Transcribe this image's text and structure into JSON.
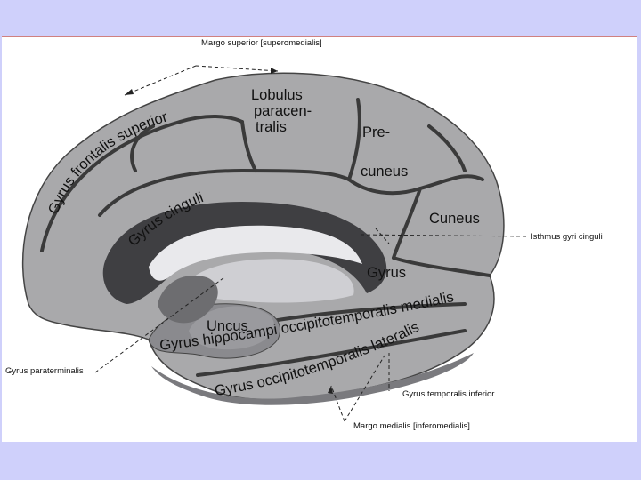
{
  "diagram": {
    "background_color": "#cfd0fb",
    "panel_color": "#ffffff",
    "brain_colors": {
      "cortex": "#a9a9ab",
      "sulcus": "#3a3a3a",
      "inner": "#d8d8da",
      "dark": "#6d6d70"
    },
    "structures": {
      "gyrus_frontalis_superior": "Gyrus frontalis superior",
      "lobulus_line1": "Lobulus",
      "lobulus_line2": "paracen-",
      "lobulus_line3": "tralis",
      "precuneus_line1": "Pre-",
      "precuneus_line2": "cuneus",
      "gyrus_cinguli": "Gyrus cinguli",
      "cuneus": "Cuneus",
      "gyrus": "Gyrus",
      "uncus": "Uncus",
      "occipitotemporalis_medialis": "Gyrus hippocampi occipitotemporalis medialis",
      "occipitotemporalis_lateralis": "Gyrus occipitotemporalis lateralis"
    },
    "callouts": {
      "margo_superior": "Margo superior [superomedialis]",
      "isthmus": "Isthmus gyri cinguli",
      "paraterminalis": "Gyrus parat­erminalis",
      "temporalis_inferior": "Gyrus temporalis inferior",
      "margo_medialis": "Margo medialis [inferomedialis]"
    }
  }
}
